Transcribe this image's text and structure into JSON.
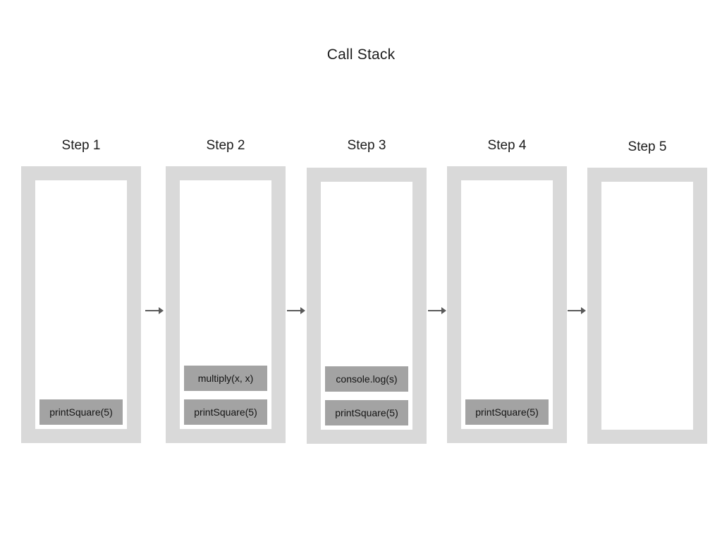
{
  "title": "Call Stack",
  "arrow_glyph": "→",
  "colors": {
    "background": "#ffffff",
    "frame_border": "#d9d9d9",
    "frame_fill": "#ffffff",
    "stack_item_fill": "#a3a3a3",
    "text": "#1c1c1c",
    "arrow": "#5a5a5a"
  },
  "steps": [
    {
      "label": "Step 1",
      "items": [
        "printSquare(5)"
      ]
    },
    {
      "label": "Step 2",
      "items": [
        "multiply(x, x)",
        "printSquare(5)"
      ]
    },
    {
      "label": "Step 3",
      "items": [
        "console.log(s)",
        "printSquare(5)"
      ]
    },
    {
      "label": "Step 4",
      "items": [
        "printSquare(5)"
      ]
    },
    {
      "label": "Step 5",
      "items": []
    }
  ],
  "arrows": [
    {
      "name": "arrow-step1-step2"
    },
    {
      "name": "arrow-step2-step3"
    },
    {
      "name": "arrow-step3-step4"
    },
    {
      "name": "arrow-step4-step5"
    }
  ]
}
